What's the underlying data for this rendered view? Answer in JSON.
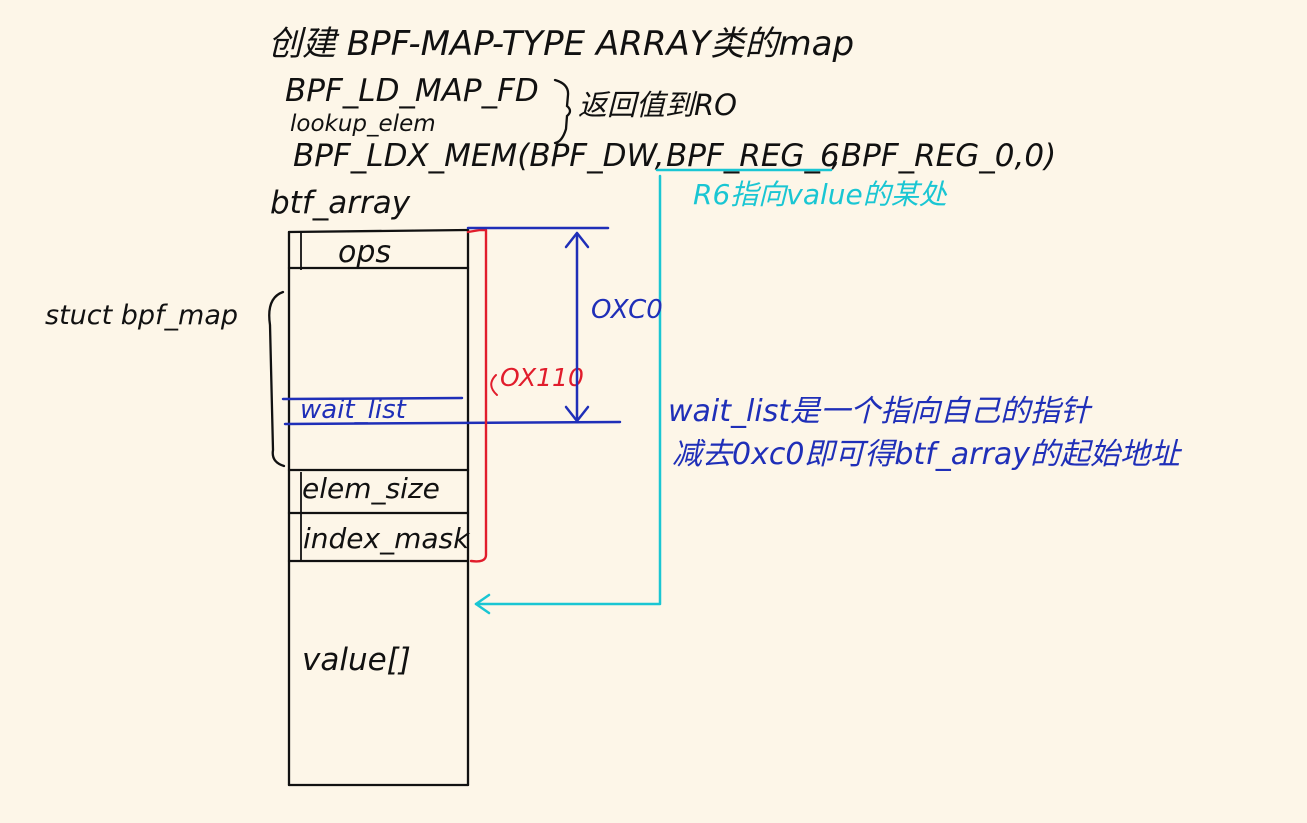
{
  "header": {
    "line1": "创建 BPF-MAP-TYPE ARRAY类的map",
    "line2": "BPF_LD_MAP_FD",
    "line3": "lookup_elem",
    "returns": "返回值到RO",
    "line4_prefix": "BPF_LDX_MEM(BPF_DW,",
    "line4_reg6": "BPF_REG_6",
    "line4_suffix": ",BPF_REG_0,0)",
    "cyan_note": "R6指向value的某处"
  },
  "struct": {
    "array_label": "btf_array",
    "bracket_label": "stuct bpf_map",
    "fields": {
      "ops": "ops",
      "wait_list": "wait_list",
      "elem_size": "elem_size",
      "index_mask": "index_mask",
      "value": "value[]"
    }
  },
  "offsets": {
    "blue": "OXC0",
    "red": "OX110"
  },
  "notes": {
    "wait_list_line1": "wait_list是一个指向自己的指针",
    "wait_list_line2": "减去0xc0即可得btf_array的起始地址"
  },
  "colors": {
    "ink": "#111111",
    "blue": "#1f2fb8",
    "red": "#e11d2c",
    "cyan": "#1ac6d3",
    "paper": "#fdf6e8"
  }
}
